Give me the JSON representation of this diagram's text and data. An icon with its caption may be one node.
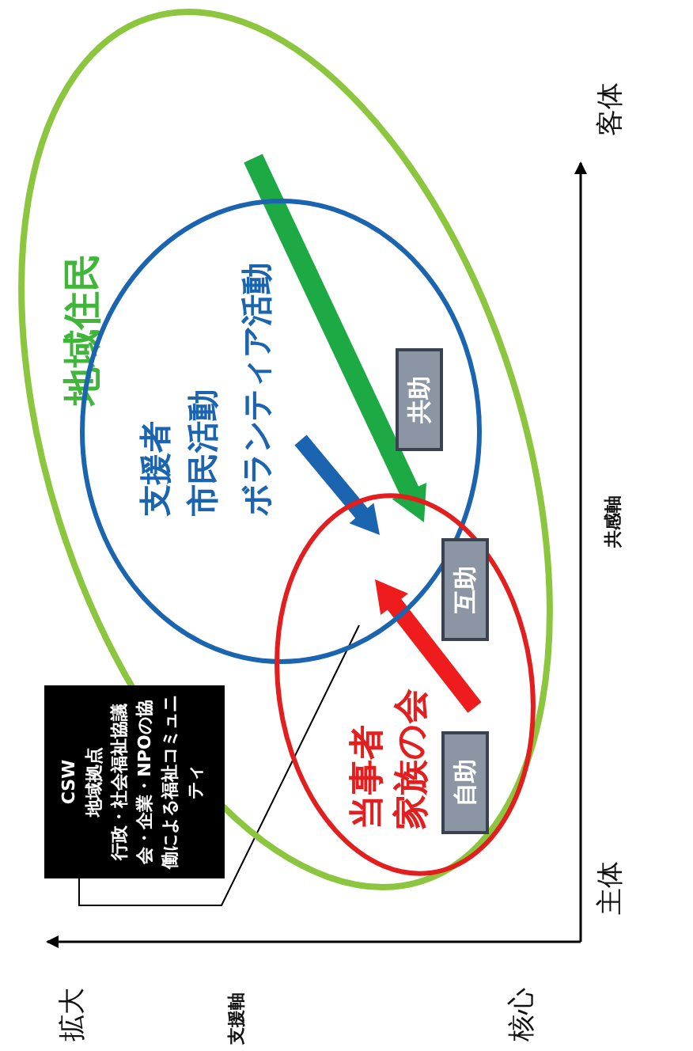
{
  "diagram": {
    "nodes": [
      {
        "text": [
          "地域住民"
        ]
      },
      {
        "text": [
          "支援者",
          "市民活動",
          "ボランティア活動"
        ],
        "in": 0
      },
      {
        "text": [
          "当事者",
          "家族の会"
        ],
        "in": 0
      },
      {
        "text": [
          "共助"
        ],
        "in": 1
      },
      {
        "text": [
          "互助"
        ],
        "in": 2
      },
      {
        "text": [
          "自助"
        ],
        "in": 2
      },
      {
        "text": [
          "CSW",
          "地域拠点",
          "行政・社会福祉協議会・企業・NPOの協働による福祉コミュニティ"
        ]
      }
    ],
    "edges": [
      {
        "from": 6,
        "to": 1,
        "arrow": "none"
      },
      {
        "from": 0,
        "to": 2,
        "arrow": "to",
        "style": "thick",
        "color": "#1daa45"
      },
      {
        "from": 1,
        "to": 2,
        "arrow": "to",
        "style": "thick",
        "color": "#1a64b0"
      },
      {
        "from": 5,
        "to": 1,
        "arrow": "to",
        "style": "thick",
        "color": "#ee1c1c"
      }
    ],
    "labels": [
      "客体",
      "共感軸",
      "主体",
      "拡大",
      "支援軸",
      "核心"
    ]
  }
}
